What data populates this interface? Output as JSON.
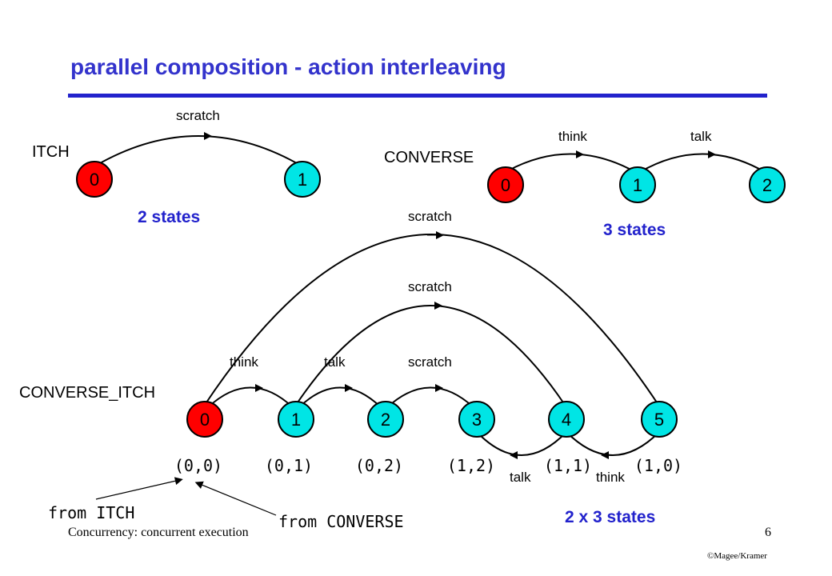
{
  "slide": {
    "title": "parallel composition - action interleaving",
    "footer_left": "Concurrency: concurrent execution",
    "page_number": "6",
    "copyright": "©Magee/Kramer"
  },
  "colors": {
    "title": "#3333cc",
    "rule": "#2222cc",
    "initial_state": "#ff0000",
    "state": "#00e5e5",
    "count_label": "#2222cc"
  },
  "itch": {
    "name": "ITCH",
    "states": [
      "0",
      "1"
    ],
    "actions": [
      "scratch"
    ],
    "count_label": "2 states"
  },
  "converse": {
    "name": "CONVERSE",
    "states": [
      "0",
      "1",
      "2"
    ],
    "actions": [
      "think",
      "talk"
    ],
    "count_label": "3 states"
  },
  "converse_itch": {
    "name": "CONVERSE_ITCH",
    "states": [
      "0",
      "1",
      "2",
      "3",
      "4",
      "5"
    ],
    "pairs": [
      "(0,0)",
      "(0,1)",
      "(0,2)",
      "(1,2)",
      "(1,1)",
      "(1,0)"
    ],
    "actions": [
      "think",
      "talk",
      "scratch",
      "scratch",
      "scratch",
      "talk",
      "think"
    ],
    "count_label": "2 x 3 states",
    "annotations": [
      "from ITCH",
      "from CONVERSE"
    ]
  }
}
